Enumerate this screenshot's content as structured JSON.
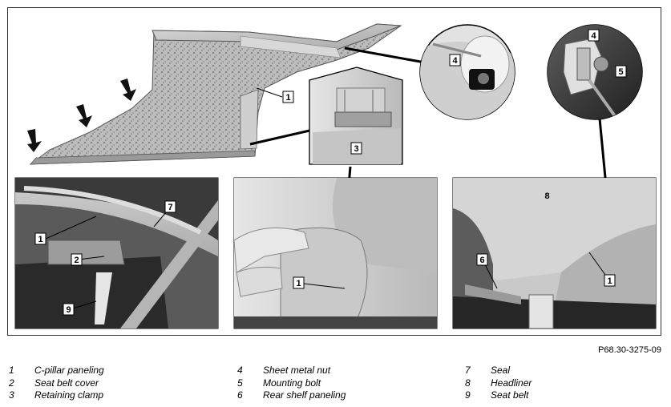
{
  "figure_id": "P68.30-3275-09",
  "callouts": {
    "c1": "1",
    "c2": "2",
    "c3": "3",
    "c4": "4",
    "c5": "5",
    "c6": "6",
    "c7": "7",
    "c8": "8",
    "c9": "9"
  },
  "legend": [
    {
      "num": "1",
      "text": "C-pillar paneling"
    },
    {
      "num": "2",
      "text": "Seat belt cover"
    },
    {
      "num": "3",
      "text": "Retaining clamp"
    },
    {
      "num": "4",
      "text": "Sheet metal nut"
    },
    {
      "num": "5",
      "text": "Mounting bolt"
    },
    {
      "num": "6",
      "text": "Rear shelf paneling"
    },
    {
      "num": "7",
      "text": "Seal"
    },
    {
      "num": "8",
      "text": "Headliner"
    },
    {
      "num": "9",
      "text": "Seat belt"
    }
  ]
}
